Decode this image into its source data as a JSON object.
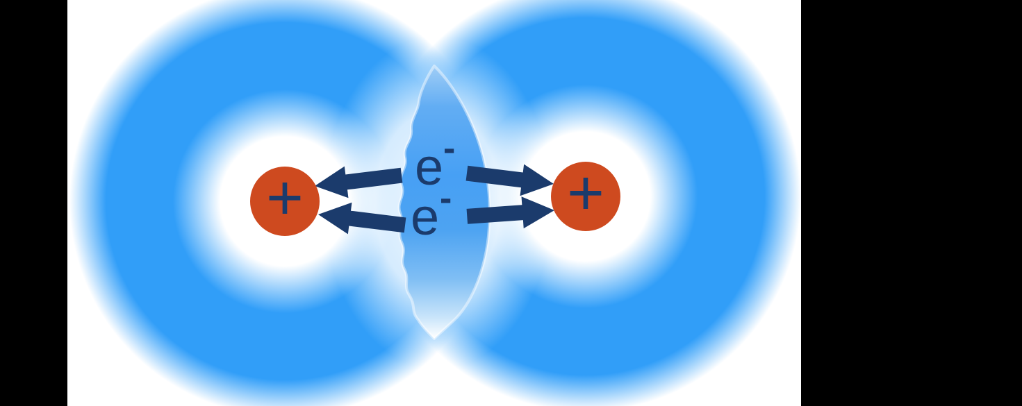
{
  "scene": {
    "description": "Covalent bond diagram: two atoms with overlapping electron clouds, shared electrons attracted toward both positive nuclei",
    "electrons": {
      "top": {
        "base": "e",
        "superscript": "-"
      },
      "bottom": {
        "base": "e",
        "superscript": "-"
      }
    },
    "nuclei": {
      "left": {
        "symbol": "+"
      },
      "right": {
        "symbol": "+"
      }
    },
    "colors": {
      "cloud_blue": "#2699f8",
      "lens_blue": "#47a0f4",
      "lens_rim": "#ffffff",
      "nucleus_orange": "#ce4a1f",
      "navy": "#1b3b6c",
      "background_white": "#ffffff",
      "frame_black": "#000000"
    }
  }
}
